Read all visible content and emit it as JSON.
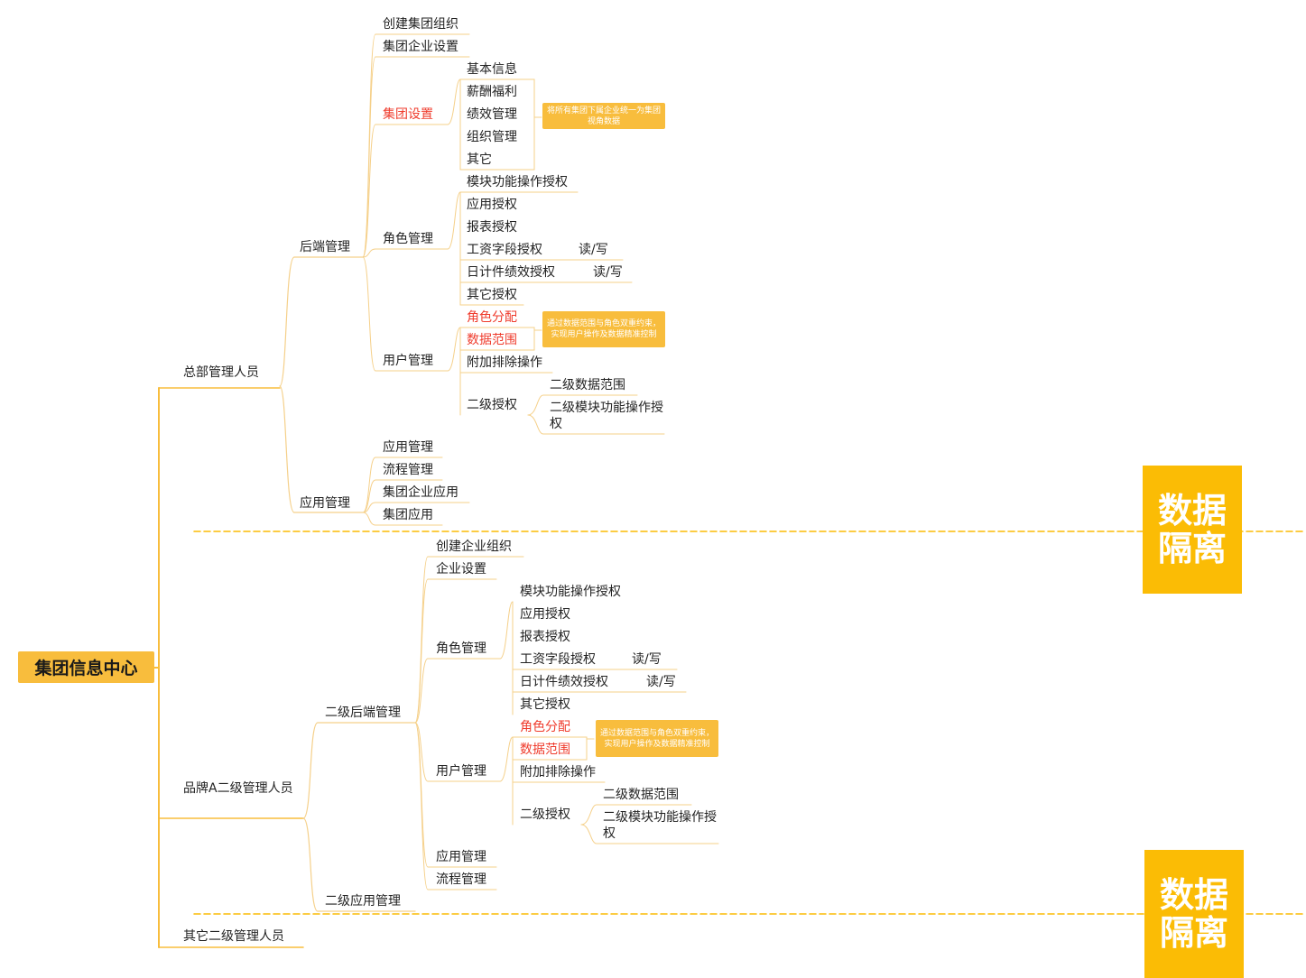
{
  "root": "集团信息中心",
  "colors": {
    "accent": "#f8bd3d",
    "highlight": "#ef3b2c",
    "isolation": "#fbbc05",
    "line_primary": "#f8bd3d",
    "line_secondary": "#f5d08a"
  },
  "isolation_label": {
    "line1": "数据",
    "line2": "隔离"
  },
  "hq": {
    "label": "总部管理人员",
    "backend": {
      "label": "后端管理",
      "create_org": "创建集团组织",
      "enterprise_settings": "集团企业设置",
      "group_settings": {
        "label": "集团设置",
        "items": [
          "基本信息",
          "薪酬福利",
          "绩效管理",
          "组织管理",
          "其它"
        ],
        "note": "将所有集团下属企业统一为集团视角数据"
      },
      "role_mgmt": {
        "label": "角色管理",
        "items": [
          "模块功能操作授权",
          "应用授权",
          "报表授权",
          "工资字段授权",
          "日计件绩效授权",
          "其它授权"
        ],
        "rw": [
          "读/写",
          "读/写"
        ]
      },
      "user_mgmt": {
        "label": "用户管理",
        "role_assign": "角色分配",
        "data_scope": "数据范围",
        "note": "通过数据范围与角色双重约束，实现用户操作及数据精准控制",
        "exclude_ops": "附加排除操作",
        "secondary_auth": {
          "label": "二级授权",
          "items": [
            "二级数据范围",
            "二级模块功能操作授权"
          ]
        }
      }
    },
    "app_mgmt": {
      "label": "应用管理",
      "items": [
        "应用管理",
        "流程管理",
        "集团企业应用",
        "集团应用"
      ]
    }
  },
  "brand_a": {
    "label": "品牌A二级管理人员",
    "backend": {
      "label": "二级后端管理",
      "create_org": "创建企业组织",
      "enterprise_settings": "企业设置",
      "role_mgmt": {
        "label": "角色管理",
        "items": [
          "模块功能操作授权",
          "应用授权",
          "报表授权",
          "工资字段授权",
          "日计件绩效授权",
          "其它授权"
        ],
        "rw": [
          "读/写",
          "读/写"
        ]
      },
      "user_mgmt": {
        "label": "用户管理",
        "role_assign": "角色分配",
        "data_scope": "数据范围",
        "note": "通过数据范围与角色双重约束，实现用户操作及数据精准控制",
        "exclude_ops": "附加排除操作",
        "secondary_auth": {
          "label": "二级授权",
          "items": [
            "二级数据范围",
            "二级模块功能操作授权"
          ]
        }
      }
    },
    "app_mgmt": {
      "label": "二级应用管理",
      "items": [
        "应用管理",
        "流程管理"
      ]
    }
  },
  "others": {
    "label": "其它二级管理人员"
  }
}
